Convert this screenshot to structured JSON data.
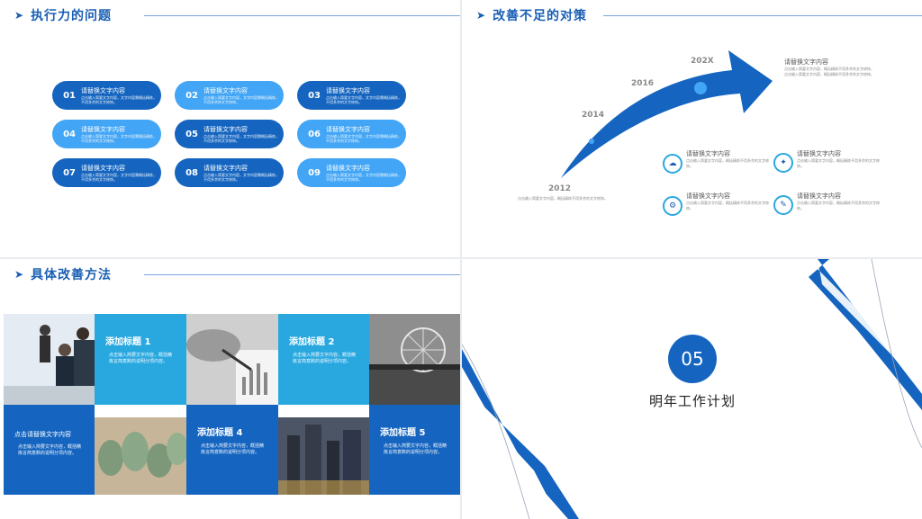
{
  "slides": {
    "s1": {
      "title": "执行力的问题",
      "items": [
        {
          "num": "01",
          "heading": "请替换文字内容",
          "body": "点击输入简要文字内容，文字内容需概括精炼，不用多余的文字修饰。"
        },
        {
          "num": "02",
          "heading": "请替换文字内容",
          "body": "点击输入简要文字内容，文字内容需概括精炼，不用多余的文字修饰。"
        },
        {
          "num": "03",
          "heading": "请替换文字内容",
          "body": "点击输入简要文字内容，文字内容需概括精炼，不用多余的文字修饰。"
        },
        {
          "num": "04",
          "heading": "请替换文字内容",
          "body": "点击输入简要文字内容，文字内容需概括精炼，不用多余的文字修饰。"
        },
        {
          "num": "05",
          "heading": "请替换文字内容",
          "body": "点击输入简要文字内容，文字内容需概括精炼，不用多余的文字修饰。"
        },
        {
          "num": "06",
          "heading": "请替换文字内容",
          "body": "点击输入简要文字内容，文字内容需概括精炼，不用多余的文字修饰。"
        },
        {
          "num": "07",
          "heading": "请替换文字内容",
          "body": "点击输入简要文字内容，文字内容需概括精炼，不用多余的文字修饰。"
        },
        {
          "num": "08",
          "heading": "请替换文字内容",
          "body": "点击输入简要文字内容，文字内容需概括精炼，不用多余的文字修饰。"
        },
        {
          "num": "09",
          "heading": "请替换文字内容",
          "body": "点击输入简要文字内容，文字内容需概括精炼，不用多余的文字修饰。"
        }
      ]
    },
    "s2": {
      "title": "改善不足的对策",
      "years": [
        "2012",
        "2014",
        "2016",
        "202X"
      ],
      "start_note": "点击输入简要文字内容，概括精炼不用多余的文字修饰。",
      "arrow_heading": "请替换文字内容",
      "arrow_body": "点击输入简要文字内容，概括精炼不用多余的文字修饰，点击输入简要文字内容，概括精炼不用多余的文字修饰。",
      "features": [
        {
          "icon": "cloud-icon",
          "glyph": "☁",
          "heading": "请替换文字内容",
          "body": "点击输入简要文字内容，概括精炼不用多余的文字修饰。"
        },
        {
          "icon": "lightbulb-icon",
          "glyph": "✦",
          "heading": "请替换文字内容",
          "body": "点击输入简要文字内容，概括精炼不用多余的文字修饰。"
        },
        {
          "icon": "gear-icon",
          "glyph": "⚙",
          "heading": "请替换文字内容",
          "body": "点击输入简要文字内容，概括精炼不用多余的文字修饰。"
        },
        {
          "icon": "tag-icon",
          "glyph": "✎",
          "heading": "请替换文字内容",
          "body": "点击输入简要文字内容，概括精炼不用多余的文字修饰。"
        }
      ]
    },
    "s3": {
      "title": "具体改善方法",
      "tiles": [
        {
          "heading": "添加标题 1",
          "body": "点击输入简要文字内容，概括精炼言简意赅的说明分项内容。"
        },
        {
          "heading": "添加标题 2",
          "body": "点击输入简要文字内容，概括精炼言简意赅的说明分项内容。"
        },
        {
          "heading": "点击请替换文字内容",
          "body": "点击输入简要文字内容，概括精炼言简意赅的说明分项内容。"
        },
        {
          "heading": "添加标题 4",
          "body": "点击输入简要文字内容，概括精炼言简意赅的说明分项内容。"
        },
        {
          "heading": "添加标题 5",
          "body": "点击输入简要文字内容，概括精炼言简意赅的说明分项内容。"
        }
      ]
    },
    "s4": {
      "number": "05",
      "title": "明年工作计划"
    }
  },
  "colors": {
    "primary": "#1565c0",
    "light": "#42a5f5",
    "accent": "#29a8e0"
  }
}
